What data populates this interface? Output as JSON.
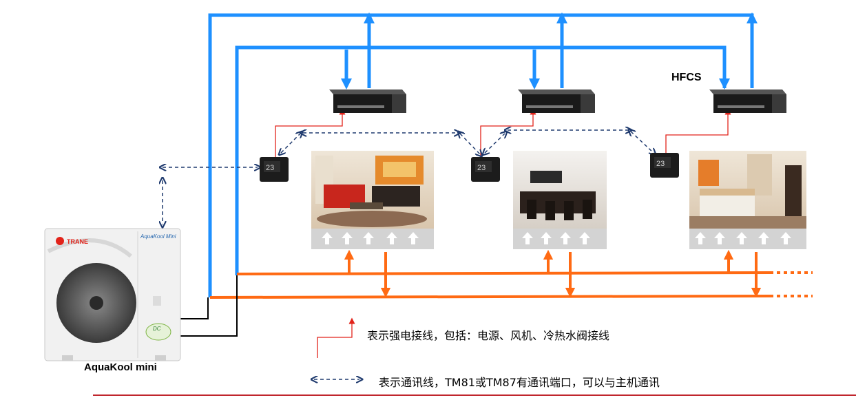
{
  "labels": {
    "hfcs": "HFCS",
    "outdoor_unit": "AquaKool mini",
    "brand": "TRANE",
    "panel_model": "AquaKool Mini",
    "badge": "DC"
  },
  "legend": {
    "power_line": "表示强电接线，包括：电源、风机、冷热水阀接线",
    "comm_line": "表示通讯线，TM81或TM87有通讯端口，可以与主机通讯"
  },
  "thermostat_display": "23",
  "colors": {
    "water_supply": "#1e90ff",
    "water_return": "#ff6a13",
    "power_wire": "#e2231a",
    "comm_wire": "#1f3a6e",
    "rule": "#c0262d"
  }
}
